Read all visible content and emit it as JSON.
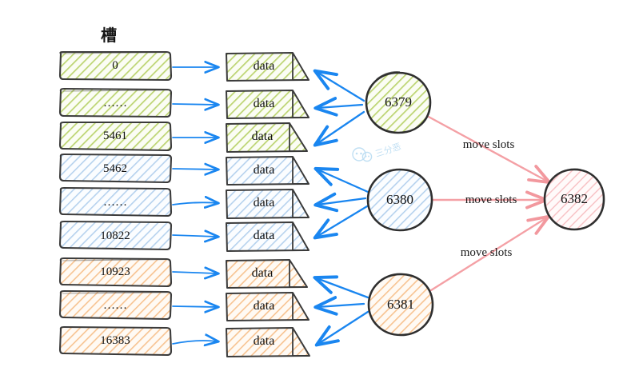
{
  "diagram": {
    "title": "槽",
    "watermark": "三分恶",
    "colors": {
      "green_fill": "#eef5dd",
      "green_hatch": "#b9d26a",
      "blue_fill": "#eef4fb",
      "blue_hatch": "#a9c8e8",
      "orange_fill": "#fdf0e2",
      "orange_hatch": "#f2b97e",
      "stroke_dark": "#3a3a3a",
      "arrow_blue": "#1a86f0",
      "arrow_pink": "#f4a0a5",
      "text": "#111111",
      "watermark_blue": "#a7d3f0"
    },
    "slots": [
      {
        "label": "0",
        "group": "green"
      },
      {
        "label": "……",
        "group": "green"
      },
      {
        "label": "5461",
        "group": "green"
      },
      {
        "label": "5462",
        "group": "blue"
      },
      {
        "label": "……",
        "group": "blue"
      },
      {
        "label": "10822",
        "group": "blue"
      },
      {
        "label": "10923",
        "group": "orange"
      },
      {
        "label": "……",
        "group": "orange"
      },
      {
        "label": "16383",
        "group": "orange"
      }
    ],
    "data_boxes": [
      {
        "label": "data",
        "group": "green"
      },
      {
        "label": "data",
        "group": "green"
      },
      {
        "label": "data",
        "group": "green"
      },
      {
        "label": "data",
        "group": "blue"
      },
      {
        "label": "data",
        "group": "blue"
      },
      {
        "label": "data",
        "group": "blue"
      },
      {
        "label": "data",
        "group": "orange"
      },
      {
        "label": "data",
        "group": "orange"
      },
      {
        "label": "data",
        "group": "orange"
      }
    ],
    "source_nodes": [
      {
        "label": "6379",
        "group": "green"
      },
      {
        "label": "6380",
        "group": "blue"
      },
      {
        "label": "6381",
        "group": "orange"
      }
    ],
    "target_node": {
      "label": "6382",
      "group": "pink"
    },
    "edge_labels": [
      {
        "label": "move slots",
        "from": "6379",
        "to": "6382"
      },
      {
        "label": "move slots",
        "from": "6380",
        "to": "6382"
      },
      {
        "label": "move slots",
        "from": "6381",
        "to": "6382"
      }
    ]
  }
}
